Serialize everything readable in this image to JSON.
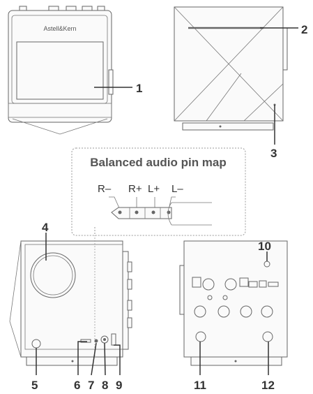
{
  "balanced_box": {
    "title": "Balanced audio pin map",
    "pins": [
      "R–",
      "R+",
      "L+",
      "L–"
    ]
  },
  "device": {
    "brand": "Astell&Kern"
  },
  "callouts": [
    "1",
    "2",
    "3",
    "4",
    "5",
    "6",
    "7",
    "8",
    "9",
    "10",
    "11",
    "12"
  ]
}
